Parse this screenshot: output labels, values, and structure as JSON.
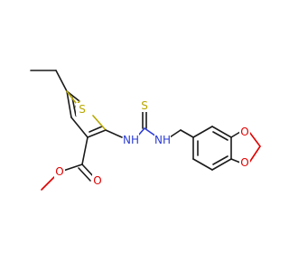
{
  "molecule": {
    "colors": {
      "bond": "#1a1a1a",
      "S": "#b8a800",
      "N": "#2b3cd6",
      "O": "#e00000"
    },
    "atoms": [
      {
        "id": "S1",
        "label": "S",
        "element": "S"
      },
      {
        "id": "S2",
        "label": "S",
        "element": "S"
      },
      {
        "id": "N1",
        "label": "NH",
        "element": "N"
      },
      {
        "id": "N2",
        "label": "NH",
        "element": "N"
      },
      {
        "id": "O1",
        "label": "O",
        "element": "O"
      },
      {
        "id": "O2",
        "label": "O",
        "element": "O"
      },
      {
        "id": "O3",
        "label": "O",
        "element": "O"
      },
      {
        "id": "O4",
        "label": "O",
        "element": "O"
      }
    ]
  }
}
